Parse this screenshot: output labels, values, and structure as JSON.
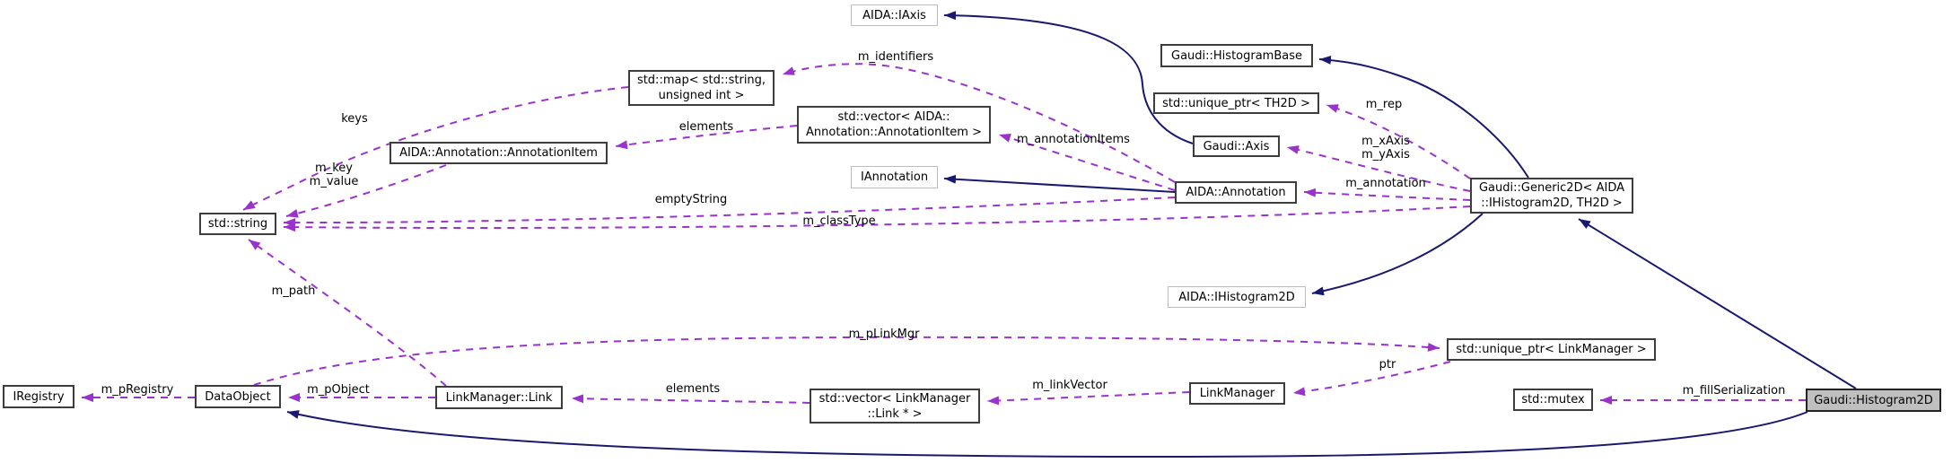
{
  "diagram": {
    "type": "collaboration-graph",
    "colors": {
      "inheritance_edge": "#191970",
      "usage_edge": "#9a32cd",
      "node_border": "#3d3d3d",
      "external_node_border": "#bcbcbc",
      "focus_node_fill": "#bfbfbf",
      "background": "#ffffff"
    },
    "nodes": [
      {
        "id": "aida-iaxis",
        "label": "AIDA::IAxis",
        "kind": "external"
      },
      {
        "id": "gaudi-histogrambase",
        "label": "Gaudi::HistogramBase",
        "kind": "class"
      },
      {
        "id": "std-map",
        "label": "std::map< std::string,\nunsigned int >",
        "kind": "class"
      },
      {
        "id": "std-unique-ptr-th2d",
        "label": "std::unique_ptr< TH2D >",
        "kind": "class"
      },
      {
        "id": "std-vector-annotationitem",
        "label": "std::vector< AIDA::\nAnnotation::AnnotationItem >",
        "kind": "class"
      },
      {
        "id": "gaudi-axis",
        "label": "Gaudi::Axis",
        "kind": "class"
      },
      {
        "id": "aida-annotation-annotationitem",
        "label": "AIDA::Annotation::AnnotationItem",
        "kind": "class"
      },
      {
        "id": "iannotation",
        "label": "IAnnotation",
        "kind": "external"
      },
      {
        "id": "aida-annotation",
        "label": "AIDA::Annotation",
        "kind": "class"
      },
      {
        "id": "gaudi-generic2d",
        "label": "Gaudi::Generic2D< AIDA\n::IHistogram2D, TH2D >",
        "kind": "class"
      },
      {
        "id": "std-string",
        "label": "std::string",
        "kind": "class"
      },
      {
        "id": "aida-ihistogram2d",
        "label": "AIDA::IHistogram2D",
        "kind": "external"
      },
      {
        "id": "iregistry",
        "label": "IRegistry",
        "kind": "class"
      },
      {
        "id": "dataobject",
        "label": "DataObject",
        "kind": "class"
      },
      {
        "id": "linkmanager-link",
        "label": "LinkManager::Link",
        "kind": "class"
      },
      {
        "id": "std-vector-link",
        "label": "std::vector< LinkManager\n::Link * >",
        "kind": "class"
      },
      {
        "id": "linkmanager",
        "label": "LinkManager",
        "kind": "class"
      },
      {
        "id": "std-unique-ptr-linkmanager",
        "label": "std::unique_ptr< LinkManager >",
        "kind": "class"
      },
      {
        "id": "std-mutex",
        "label": "std::mutex",
        "kind": "class"
      },
      {
        "id": "gaudi-histogram2d",
        "label": "Gaudi::Histogram2D",
        "kind": "focus"
      }
    ],
    "edges": [
      {
        "from": "Gaudi::Axis",
        "to": "AIDA::IAxis",
        "label": "",
        "style": "inheritance"
      },
      {
        "from": "AIDA::Annotation",
        "to": "IAnnotation",
        "label": "",
        "style": "inheritance"
      },
      {
        "from": "Gaudi::Generic2D< AIDA::IHistogram2D, TH2D >",
        "to": "Gaudi::HistogramBase",
        "label": "",
        "style": "inheritance"
      },
      {
        "from": "Gaudi::Generic2D< AIDA::IHistogram2D, TH2D >",
        "to": "AIDA::IHistogram2D",
        "label": "",
        "style": "inheritance"
      },
      {
        "from": "Gaudi::Histogram2D",
        "to": "Gaudi::Generic2D< AIDA::IHistogram2D, TH2D >",
        "label": "",
        "style": "inheritance"
      },
      {
        "from": "Gaudi::Histogram2D",
        "to": "DataObject",
        "label": "",
        "style": "inheritance"
      },
      {
        "from": "Gaudi::Generic2D< AIDA::IHistogram2D, TH2D >",
        "to": "std::unique_ptr< TH2D >",
        "label": "m_rep",
        "style": "usage"
      },
      {
        "from": "Gaudi::Generic2D< AIDA::IHistogram2D, TH2D >",
        "to": "Gaudi::Axis",
        "label": "m_xAxis\nm_yAxis",
        "style": "usage"
      },
      {
        "from": "Gaudi::Generic2D< AIDA::IHistogram2D, TH2D >",
        "to": "AIDA::Annotation",
        "label": "m_annotation",
        "style": "usage"
      },
      {
        "from": "Gaudi::Generic2D< AIDA::IHistogram2D, TH2D >",
        "to": "std::string",
        "label": "m_classType",
        "style": "usage"
      },
      {
        "from": "AIDA::Annotation",
        "to": "std::map< std::string, unsigned int >",
        "label": "m_identifiers",
        "style": "usage"
      },
      {
        "from": "AIDA::Annotation",
        "to": "std::vector< AIDA::Annotation::AnnotationItem >",
        "label": "m_annotationItems",
        "style": "usage"
      },
      {
        "from": "AIDA::Annotation",
        "to": "std::string",
        "label": "emptyString",
        "style": "usage"
      },
      {
        "from": "std::vector< AIDA::Annotation::AnnotationItem >",
        "to": "AIDA::Annotation::AnnotationItem",
        "label": "elements",
        "style": "usage"
      },
      {
        "from": "AIDA::Annotation::AnnotationItem",
        "to": "std::string",
        "label": "m_key\nm_value",
        "style": "usage"
      },
      {
        "from": "std::map< std::string, unsigned int >",
        "to": "std::string",
        "label": "keys",
        "style": "usage"
      },
      {
        "from": "LinkManager::Link",
        "to": "std::string",
        "label": "m_path",
        "style": "usage"
      },
      {
        "from": "LinkManager::Link",
        "to": "DataObject",
        "label": "m_pObject",
        "style": "usage"
      },
      {
        "from": "DataObject",
        "to": "IRegistry",
        "label": "m_pRegistry",
        "style": "usage"
      },
      {
        "from": "DataObject",
        "to": "std::unique_ptr< LinkManager >",
        "label": "m_pLinkMgr",
        "style": "usage"
      },
      {
        "from": "std::vector< LinkManager::Link * >",
        "to": "LinkManager::Link",
        "label": "elements",
        "style": "usage"
      },
      {
        "from": "LinkManager",
        "to": "std::vector< LinkManager::Link * >",
        "label": "m_linkVector",
        "style": "usage"
      },
      {
        "from": "std::unique_ptr< LinkManager >",
        "to": "LinkManager",
        "label": "ptr",
        "style": "usage"
      },
      {
        "from": "Gaudi::Histogram2D",
        "to": "std::mutex",
        "label": "m_fillSerialization",
        "style": "usage"
      }
    ]
  }
}
